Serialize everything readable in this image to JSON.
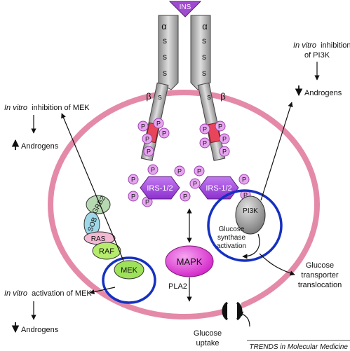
{
  "labels": {
    "ins": "INS",
    "alpha_left": "α",
    "alpha_right": "α",
    "s_chars": [
      "s",
      "s",
      "s",
      "s",
      "s",
      "s"
    ],
    "beta_left": "β",
    "beta_right": "β",
    "s_beta_left": "s",
    "s_beta_right": "s",
    "phospho": "P",
    "irs_left": "IRS-1/2",
    "irs_right": "IRS-1/2",
    "pi3k": "PI3K",
    "grb2": "GRB2",
    "sob": "SOB",
    "ras": "RAS",
    "raf": "RAF",
    "mek": "MEK",
    "mapk": "MAPK",
    "pla2": "PLA2",
    "glucose_synthase_line1": "Glucose",
    "glucose_synthase_line2": "synthase",
    "glucose_synthase_line3": "activation",
    "glucose_transporter_line1": "Glucose",
    "glucose_transporter_line2": "transporter",
    "glucose_transporter_line3": "translocation",
    "glucose_uptake_line1": "Glucose",
    "glucose_uptake_line2": "uptake",
    "mek_inhibition_italic": "In vitro",
    "mek_inhibition_rest": "inhibition of MEK",
    "androgens_up": "Androgens",
    "pi3k_inhibition_italic": "In vitro",
    "pi3k_inhibition_rest": "inhibition",
    "pi3k_inhibition_line2": "of PI3K",
    "androgens_down_right": "Androgens",
    "mek_activation_italic": "In vitro",
    "mek_activation_rest": "activation of MEK",
    "androgens_down_left": "Androgens",
    "source": "TRENDS in Molecular Medicine"
  },
  "colors": {
    "membrane": "#e48aa8",
    "receptor": "#b8b8b8",
    "receptor_dark": "#8a8a8a",
    "ins": "#a04ad0",
    "phospho": "#e6a6ef",
    "phospho_stroke": "#9b3fae",
    "irs": "#a64ae0",
    "kinase_box": "#e8455a",
    "mapk": "#e040d8",
    "grb2": "#b7d9b2",
    "sob": "#9ed8e8",
    "ras": "#f3b8d2",
    "raf": "#b6ec6b",
    "mek": "#9ee15a",
    "pi3k": "#a9a9a9",
    "highlight_circle": "#1530c0"
  }
}
